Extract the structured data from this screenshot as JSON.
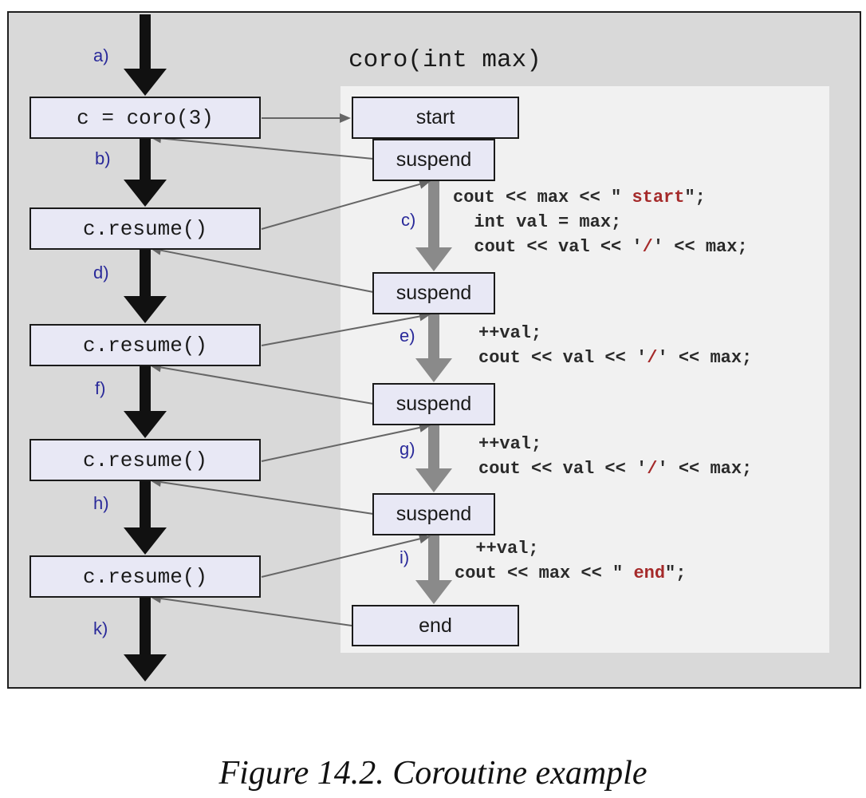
{
  "coroutine_title": "coro(int max)",
  "caller_calls": [
    "c = coro(3)",
    "c.resume()",
    "c.resume()",
    "c.resume()",
    "c.resume()"
  ],
  "states": [
    "start",
    "suspend",
    "suspend",
    "suspend",
    "suspend",
    "end"
  ],
  "step_labels": [
    "a)",
    "b)",
    "c)",
    "d)",
    "e)",
    "f)",
    "g)",
    "h)",
    "i)",
    "k)"
  ],
  "code_blocks": [
    [
      [
        {
          "t": "cout << max << \" "
        },
        {
          "t": "start",
          "hl": true
        },
        {
          "t": "\";"
        }
      ],
      [
        {
          "t": "  int val = max;"
        }
      ],
      [
        {
          "t": "  cout << val << '"
        },
        {
          "t": "/",
          "hl": true
        },
        {
          "t": "' << max;"
        }
      ]
    ],
    [
      [
        {
          "t": "++val;"
        }
      ],
      [
        {
          "t": "cout << val << '"
        },
        {
          "t": "/",
          "hl": true
        },
        {
          "t": "' << max;"
        }
      ]
    ],
    [
      [
        {
          "t": "++val;"
        }
      ],
      [
        {
          "t": "cout << val << '"
        },
        {
          "t": "/",
          "hl": true
        },
        {
          "t": "' << max;"
        }
      ]
    ],
    [
      [
        {
          "t": "  ++val;"
        }
      ],
      [
        {
          "t": "cout << max << \" "
        },
        {
          "t": "end",
          "hl": true
        },
        {
          "t": "\";"
        }
      ]
    ]
  ],
  "caption": "Figure 14.2. Coroutine example",
  "colors": {
    "frame_bg": "#d9d9d9",
    "panel_bg": "#f1f1f1",
    "box_fill": "#e8e8f5",
    "label_blue": "#2a2a9a",
    "code_highlight": "#a52a2a",
    "caller_flow": "#111111",
    "coroutine_flow": "#8a8a8a",
    "connector": "#666666"
  }
}
